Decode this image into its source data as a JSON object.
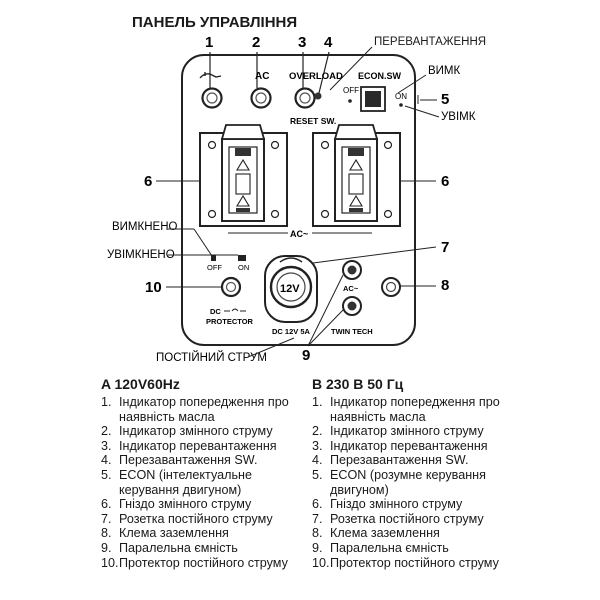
{
  "title": "ПАНЕЛЬ УПРАВЛІННЯ",
  "callouts": {
    "n1": "1",
    "n2": "2",
    "n3": "3",
    "n4": "4",
    "n5": "5",
    "n6l": "6",
    "n6r": "6",
    "n7": "7",
    "n8": "8",
    "n9": "9",
    "n10": "10"
  },
  "labels": {
    "overload_ua": "ПЕРЕВАНТАЖЕННЯ",
    "off_ua": "ВИМК",
    "on_ua": "УВІМК",
    "switch_off_ua": "ВИМКНЕНО",
    "switch_on_ua": "УВІМКНЕНО",
    "dc_ua": "ПОСТІЙНИЙ СТРУМ"
  },
  "panel": {
    "ac_top": "AC",
    "overload": "OVERLOAD",
    "reset": "RESET SW.",
    "econ": "ECON.SW",
    "econ_off": "OFF",
    "econ_on": "ON",
    "ac_tilde": "AC~",
    "sw_off": "OFF",
    "sw_on": "ON",
    "dc_protector_1": "DC",
    "dc_protector_2": "PROTECTOR",
    "twelve_v": "12V",
    "dc_rating": "DC 12V 5A",
    "ac_small": "AC~",
    "twin_tech": "TWIN TECH"
  },
  "list_a": {
    "heading": "A 120V60Hz",
    "items": [
      {
        "n": "1.",
        "text": "Індикатор попередження про наявність масла"
      },
      {
        "n": "2.",
        "text": "Індикатор змінного струму"
      },
      {
        "n": "3.",
        "text": "Індикатор перевантаження"
      },
      {
        "n": "4.",
        "text": "Перезавантаження SW."
      },
      {
        "n": "5.",
        "text": "ECON (інтелектуальне керування двигуном)"
      },
      {
        "n": "6.",
        "text": "Гніздо змінного струму"
      },
      {
        "n": "7.",
        "text": "Розетка постійного струму"
      },
      {
        "n": "8.",
        "text": "Клема заземлення"
      },
      {
        "n": "9.",
        "text": "Паралельна ємність"
      },
      {
        "n": "10.",
        "text": "Протектор постійного струму"
      }
    ]
  },
  "list_b": {
    "heading": "B 230 B 50 Гц",
    "items": [
      {
        "n": "1.",
        "text": "Індикатор попередження про наявність масла"
      },
      {
        "n": "2.",
        "text": "Індикатор змінного струму"
      },
      {
        "n": "3.",
        "text": "Індикатор перевантаження"
      },
      {
        "n": "4.",
        "text": "Перезавантаження SW."
      },
      {
        "n": "5.",
        "text": "ECON (розумне керування двигуном)"
      },
      {
        "n": "6.",
        "text": "Гніздо змінного струму"
      },
      {
        "n": "7.",
        "text": "Розетка постійного струму"
      },
      {
        "n": "8.",
        "text": "Клема заземлення"
      },
      {
        "n": "9.",
        "text": "Паралельна ємність"
      },
      {
        "n": "10.",
        "text": "Протектор постійного струму"
      }
    ]
  }
}
